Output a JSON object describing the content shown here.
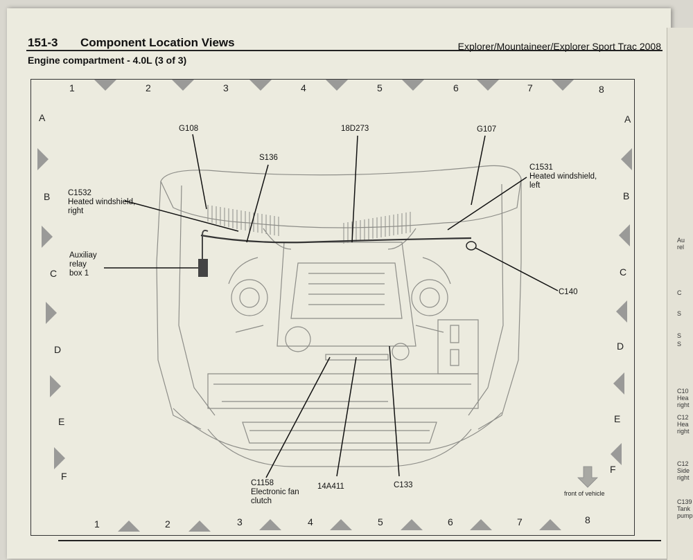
{
  "header": {
    "section_number": "151-3",
    "section_title": "Component Location Views",
    "vehicle": "Explorer/Mountaineer/Explorer Sport Trac 2008",
    "subtitle": "Engine compartment - 4.0L (3 of 3)"
  },
  "grid": {
    "columns": [
      "1",
      "2",
      "3",
      "4",
      "5",
      "6",
      "7",
      "8"
    ],
    "rows": [
      "A",
      "B",
      "C",
      "D",
      "E",
      "F"
    ]
  },
  "callouts": {
    "g108": "G108",
    "s136": "S136",
    "d18d273": "18D273",
    "g107": "G107",
    "c1531": [
      "C1531",
      "Heated windshield,",
      "left"
    ],
    "c1532": [
      "C1532",
      "Heated windshield,",
      "right"
    ],
    "aux_relay": [
      "Auxiliay",
      "relay",
      "box 1"
    ],
    "c140": "C140",
    "c1158": [
      "C1158",
      "Electronic fan",
      "clutch"
    ],
    "a14a411": "14A411",
    "c133": "C133"
  },
  "front_of_vehicle": "front of vehicle",
  "next_page_fragments": [
    "Au",
    "rel",
    "C",
    "S",
    "S",
    "S",
    "C10",
    "Hea",
    "right",
    "C12",
    "Hea",
    "right",
    "C12",
    "Side",
    "right",
    "C139",
    "Tank",
    "pump"
  ]
}
